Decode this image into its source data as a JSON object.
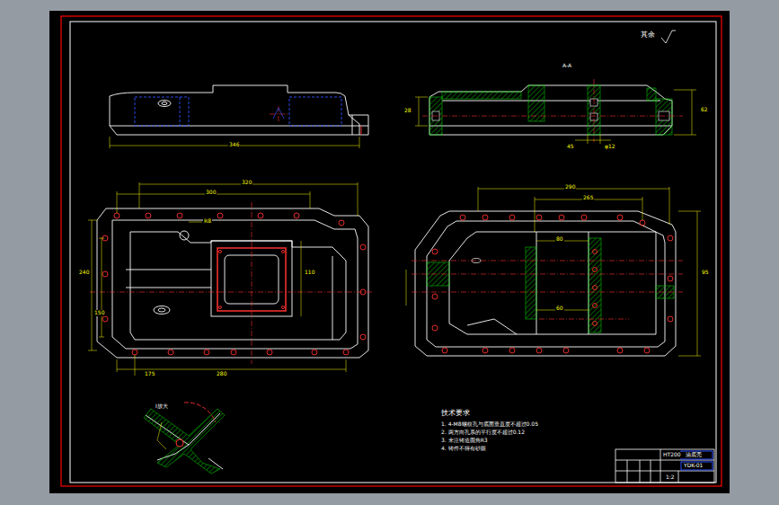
{
  "diagram": {
    "labels": [
      "其余",
      "A-A",
      "I放大",
      "技术要求",
      "1. 4-M8螺纹孔与底面垂直度不超过0.05",
      "2. 两方向孔系的平行度不超过0.12",
      "3. 未注铸造圆角R3",
      "4. 铸件不得有砂眼",
      "HT200",
      "油底壳",
      "YDK-01",
      "1:2",
      "346",
      "62",
      "28",
      "φ12",
      "45",
      "320",
      "300",
      "240",
      "150",
      "110",
      "R8",
      "280",
      "175",
      "290",
      "265",
      "95",
      "80",
      "60"
    ]
  }
}
